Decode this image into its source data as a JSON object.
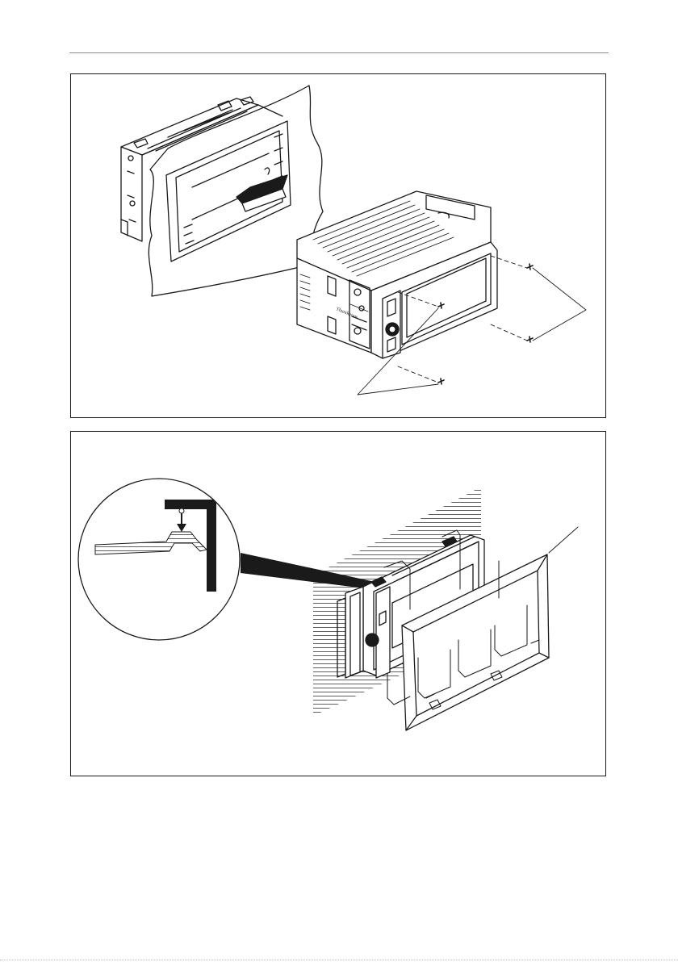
{
  "page": {
    "header_rule": true,
    "figures": [
      {
        "id": "figure-1",
        "description_shown": false
      },
      {
        "id": "figure-2",
        "description_shown": false
      }
    ]
  },
  "unit_label": {
    "brand_text": "Thunderous"
  },
  "colors": {
    "ink": "#1a1a1a",
    "paper": "#ffffff",
    "rule": "#8a8a8a"
  }
}
